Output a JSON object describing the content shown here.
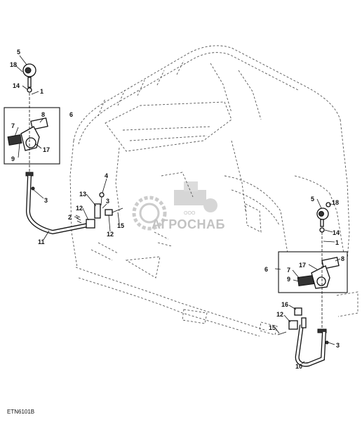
{
  "figure_code": "ETN6101B",
  "watermark": {
    "company_prefix": "ООО",
    "company_name": "АГРОСНАБ"
  },
  "callouts": {
    "left": [
      "5",
      "18",
      "14",
      "1",
      "6",
      "8",
      "7",
      "17",
      "9",
      "3",
      "11",
      "4",
      "13",
      "3",
      "12",
      "2",
      "15",
      "12"
    ],
    "right": [
      "5",
      "18",
      "14",
      "1",
      "6",
      "17",
      "8",
      "7",
      "9",
      "16",
      "12",
      "15",
      "3",
      "10"
    ]
  }
}
